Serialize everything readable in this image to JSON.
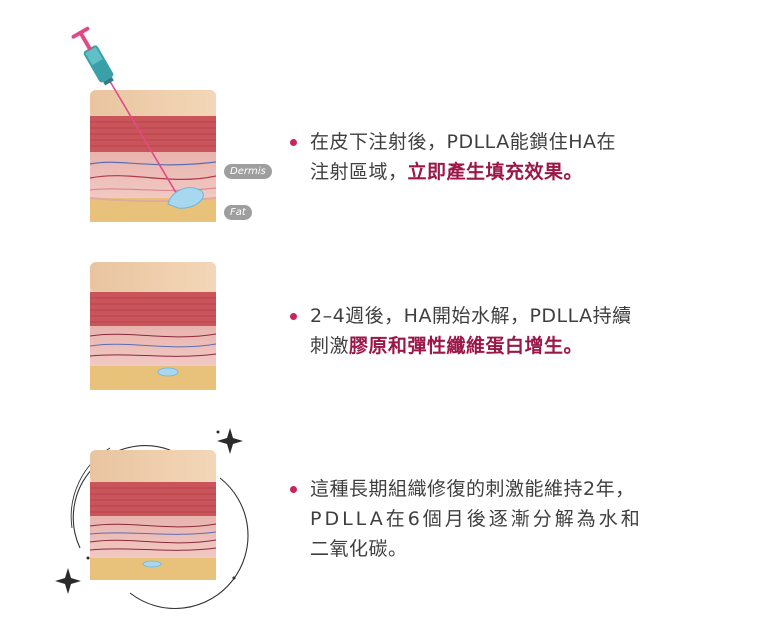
{
  "colors": {
    "accent": "#9b1747",
    "bullet": "#c8245d",
    "text": "#3f3f3f",
    "label_bg": "#9e9e9e"
  },
  "labels": {
    "dermis": "Dermis",
    "fat": "Fat"
  },
  "steps": [
    {
      "lines": [
        {
          "text": "在皮下注射後，PDLLA能鎖住HA在",
          "highlight": ""
        },
        {
          "text": "注射區域，",
          "highlight": "立即產生填充效果。"
        }
      ]
    },
    {
      "lines": [
        {
          "text": "2–4週後，HA開始水解，PDLLA持續",
          "highlight": ""
        },
        {
          "text": "刺激",
          "highlight": "膠原和彈性纖維蛋白增生。"
        }
      ]
    },
    {
      "lines": [
        {
          "text": "這種長期組織修復的刺激能維持2年，",
          "highlight": ""
        },
        {
          "text": "PDLLA在6個月後逐漸分解為水和",
          "highlight": ""
        },
        {
          "text": "二氧化碳。",
          "highlight": ""
        }
      ]
    }
  ],
  "icons": {
    "syringe": "syringe-icon",
    "skin": "skin-layers-icon",
    "sparkle": "sparkle-icon",
    "orbit": "orbit-rings"
  }
}
